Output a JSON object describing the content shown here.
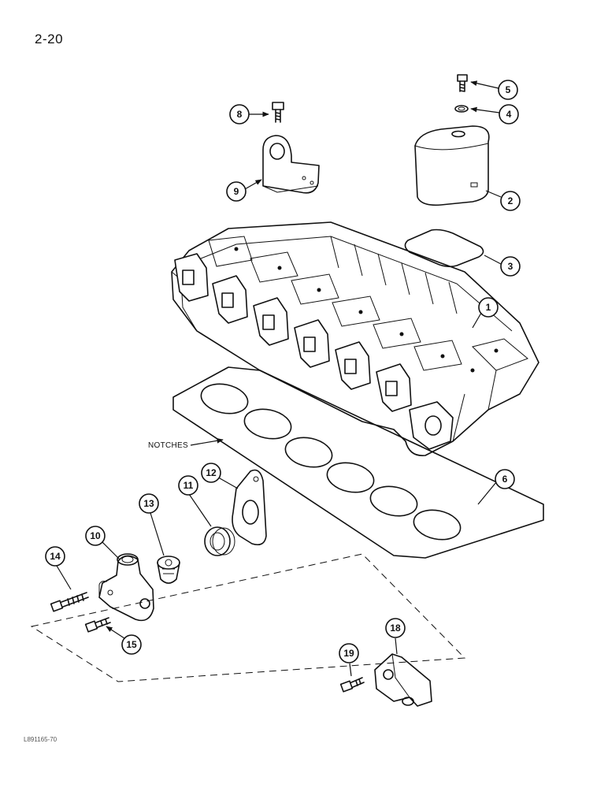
{
  "page": {
    "number": "2-20",
    "figure_code": "L891165-70"
  },
  "annotation": {
    "notches": "NOTCHES"
  },
  "callouts": [
    "1",
    "2",
    "3",
    "4",
    "5",
    "6",
    "8",
    "9",
    "10",
    "11",
    "12",
    "13",
    "14",
    "15",
    "18",
    "19"
  ]
}
